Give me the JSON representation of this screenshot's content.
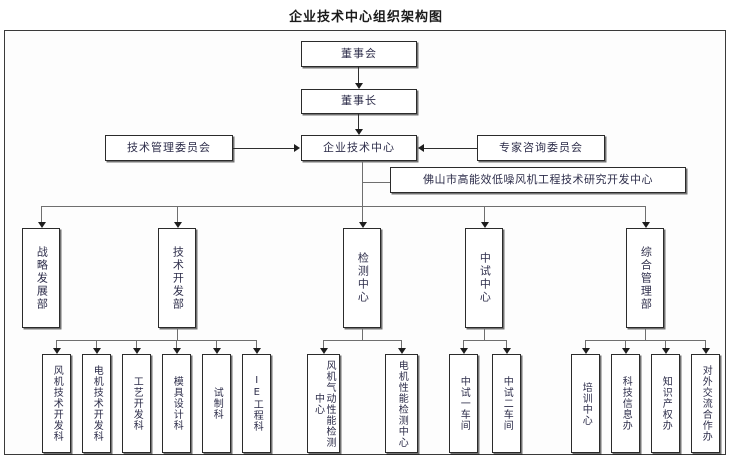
{
  "title": "企业技术中心组织架构图",
  "nodes": {
    "board": "董事会",
    "chairman": "董事长",
    "center": "企业技术中心",
    "tech_committee": "技术管理委员会",
    "expert_committee": "专家咨询委员会",
    "research_center": "佛山市高能效低噪风机工程技术研究开发中心"
  },
  "departments": [
    {
      "id": "strategy",
      "label": "战略发展部"
    },
    {
      "id": "tech-dev",
      "label": "技术开发部"
    },
    {
      "id": "testing",
      "label": "检测中心"
    },
    {
      "id": "pilot",
      "label": "中试中心"
    },
    {
      "id": "admin",
      "label": "综合管理部"
    }
  ],
  "sections": [
    {
      "id": "tech-dev-children",
      "items": [
        {
          "id": "fan-tech-dev",
          "label": "风机技术开发科"
        },
        {
          "id": "motor-tech-dev",
          "label": "电机技术开发科"
        },
        {
          "id": "process-dev",
          "label": "工艺开发科"
        },
        {
          "id": "mold-design",
          "label": "模具设计科"
        },
        {
          "id": "trial-manufacture",
          "label": "试制科"
        },
        {
          "id": "ie-engineering",
          "label": "IE工程科"
        }
      ]
    },
    {
      "id": "testing-children",
      "items": [
        {
          "id": "fan-aero-test",
          "label": "风机气动性能检测中心"
        },
        {
          "id": "motor-perf-test",
          "label": "电机性能检测中心"
        }
      ]
    },
    {
      "id": "pilot-children",
      "items": [
        {
          "id": "pilot-shop-1",
          "label": "中试一车间"
        },
        {
          "id": "pilot-shop-2",
          "label": "中试二车间"
        }
      ]
    },
    {
      "id": "admin-children",
      "items": [
        {
          "id": "training-center",
          "label": "培训中心"
        },
        {
          "id": "sci-tech-info",
          "label": "科技信息办"
        },
        {
          "id": "ip-office",
          "label": "知识产权办"
        },
        {
          "id": "external-coop",
          "label": "对外交流合作办"
        }
      ]
    }
  ],
  "colors": {
    "border": "#2b2b2b",
    "text": "#2d2d4a",
    "connector": "#6f6f6f",
    "frame": "#3a3a3a"
  }
}
